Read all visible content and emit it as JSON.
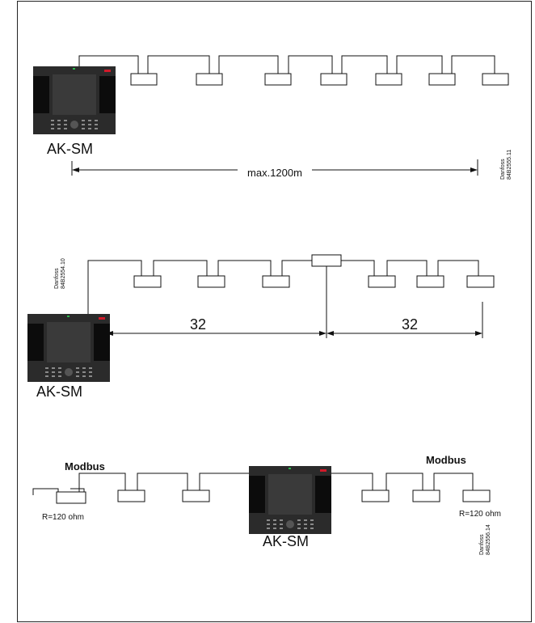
{
  "diagrams": [
    {
      "controller_label": "AK-SM",
      "distance_label": "max.1200m",
      "code": "Danfoss\n84B2555.11"
    },
    {
      "controller_label": "AK-SM",
      "segment_labels": [
        "32",
        "32"
      ],
      "code": "Danfoss\n84B2554.10"
    },
    {
      "controller_label": "AK-SM",
      "bus_labels": [
        "Modbus",
        "Modbus"
      ],
      "termination_labels": [
        "R=120 ohm",
        "R=120 ohm"
      ],
      "code": "Danfoss\n84B2556.14"
    }
  ],
  "colors": {
    "line": "#111111",
    "controller_body": "#2b2b2b",
    "controller_screen": "#3a3a3a",
    "controller_panel": "#0c0c0c",
    "led_red": "#d11a2a",
    "led_green": "#2db84d"
  }
}
